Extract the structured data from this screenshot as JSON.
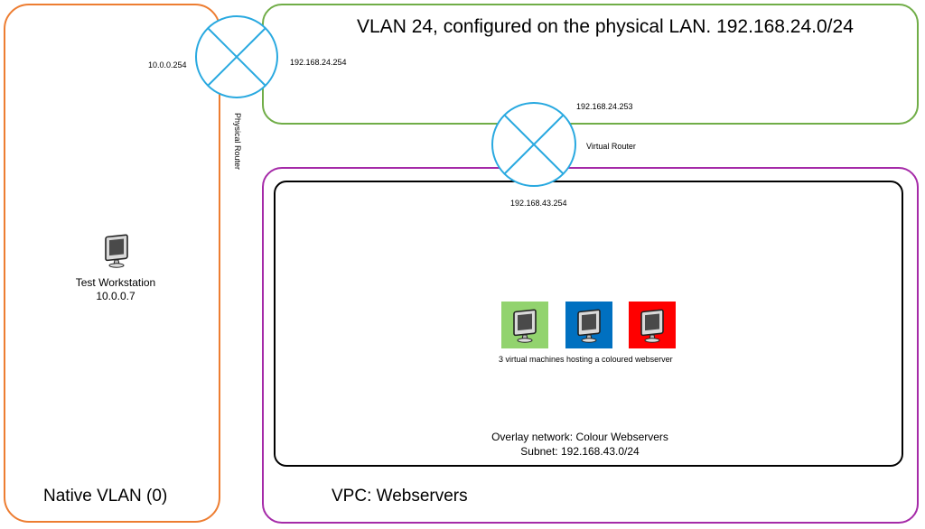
{
  "native_vlan": {
    "label": "Native VLAN (0)",
    "workstation_name": "Test Workstation",
    "workstation_ip": "10.0.0.7",
    "workstation_icon": "monitor-icon"
  },
  "physical_router": {
    "label": "Physical Router",
    "left_ip": "10.0.0.254",
    "right_ip": "192.168.24.254",
    "icon": "router-icon"
  },
  "vlan24": {
    "title": "VLAN 24, configured on the physical LAN. 192.168.24.0/24"
  },
  "virtual_router": {
    "label": "Virtual Router",
    "top_ip": "192.168.24.253",
    "bottom_ip": "192.168.43.254",
    "icon": "router-icon"
  },
  "vpc": {
    "label": "VPC: Webservers"
  },
  "overlay": {
    "vms_caption": "3 virtual machines hosting a coloured webserver",
    "network_label": "Overlay network: Colour Webservers",
    "subnet_label": "Subnet: 192.168.43.0/24",
    "vms": [
      {
        "color": "#92d36e",
        "icon": "monitor-icon"
      },
      {
        "color": "#0070c0",
        "icon": "monitor-icon"
      },
      {
        "color": "#ff0000",
        "icon": "monitor-icon"
      }
    ]
  },
  "colors": {
    "native_vlan_border": "#ed7d31",
    "vlan24_border": "#70ad47",
    "vpc_border": "#a52aa8",
    "overlay_border": "#000000",
    "router_stroke": "#29a9e0"
  }
}
